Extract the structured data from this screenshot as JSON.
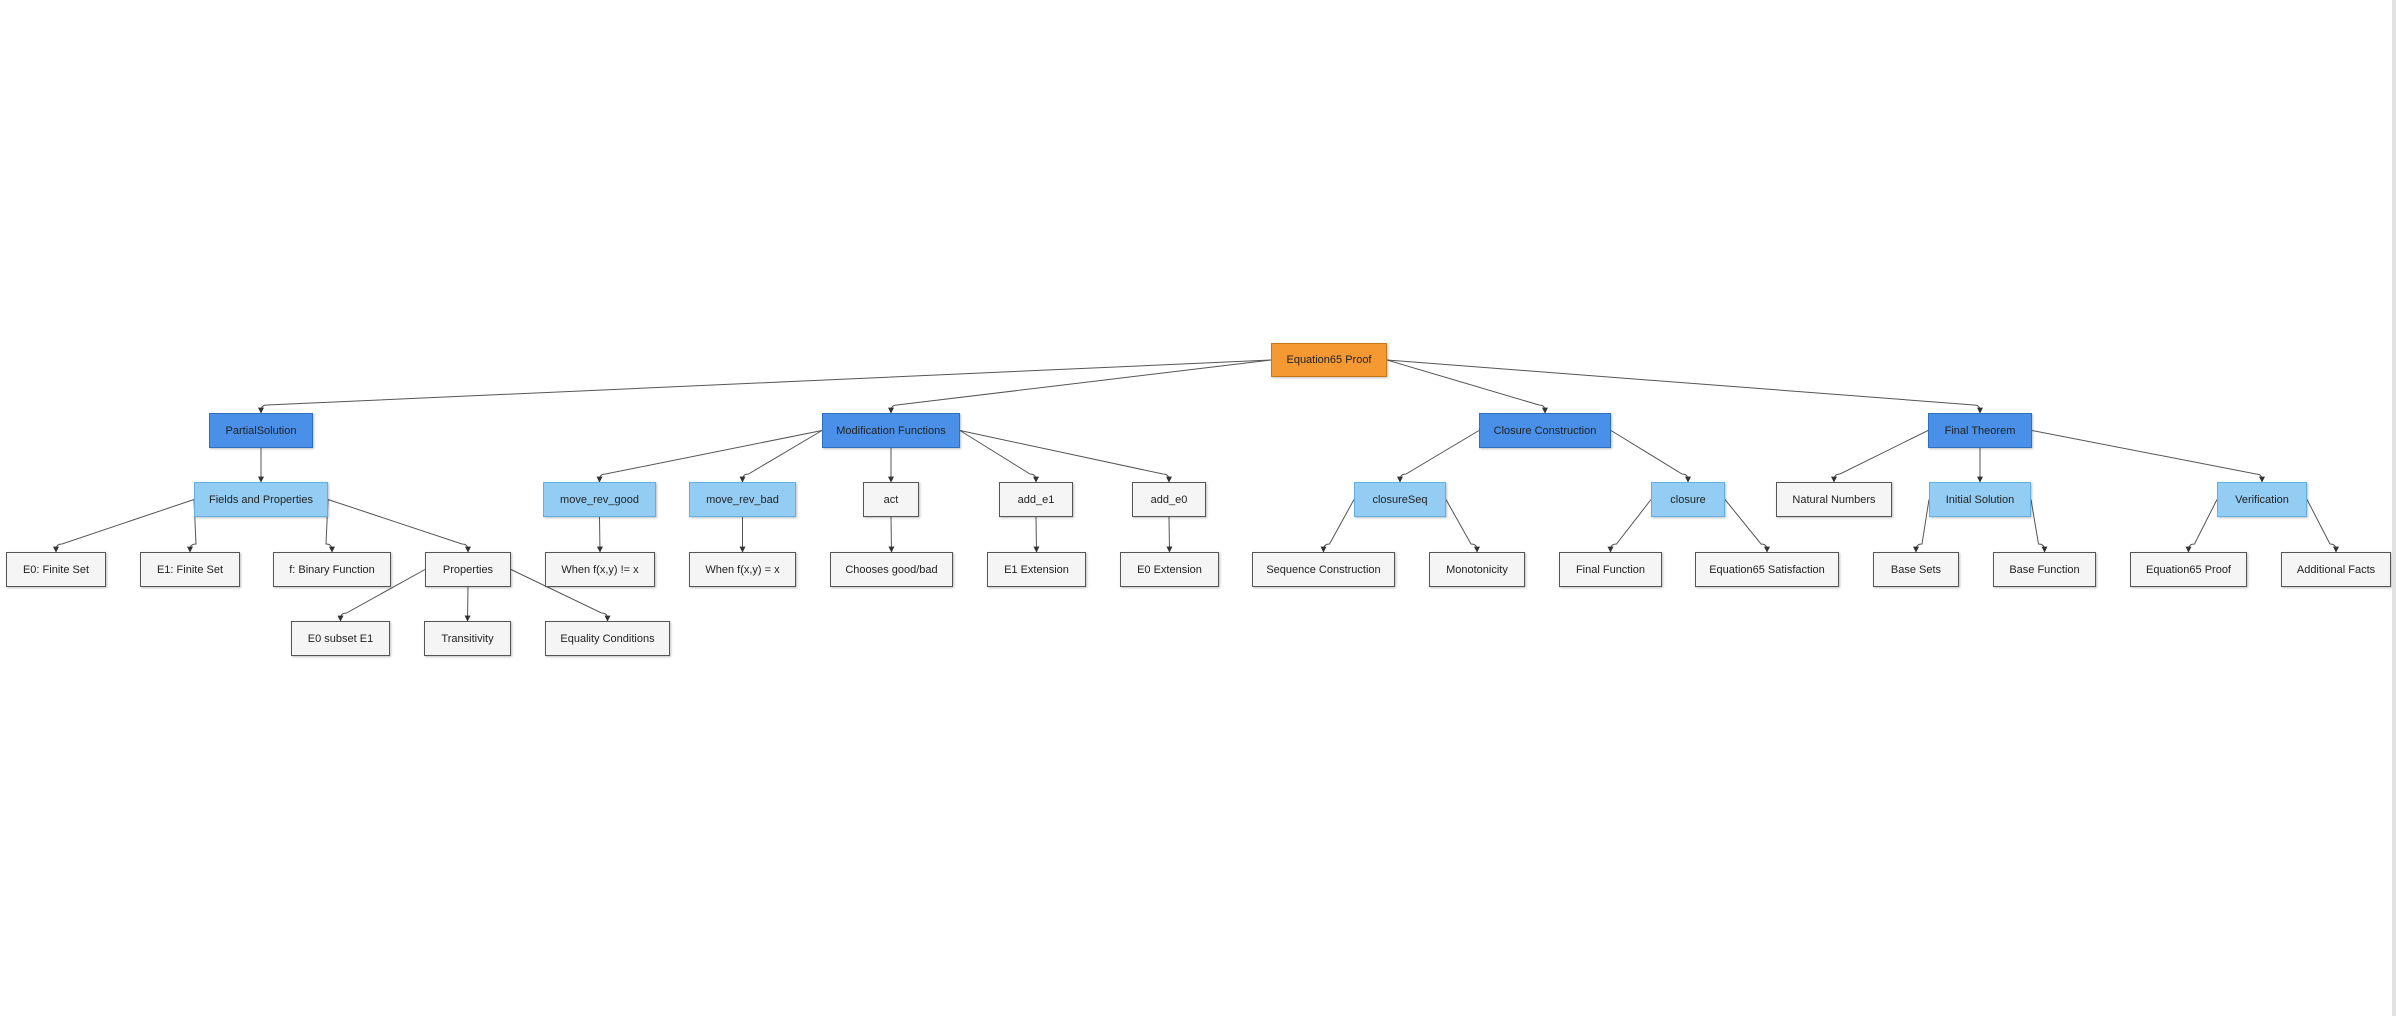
{
  "diagram": {
    "colors": {
      "root": "#f59a33",
      "group": "#4a90e8",
      "sub": "#94cdf3",
      "leaf": "#f5f5f5",
      "edge": "#555555"
    },
    "nodes": {
      "root": "Equation65 Proof",
      "partial_solution": "PartialSolution",
      "modification_functions": "Modification Functions",
      "closure_construction": "Closure Construction",
      "final_theorem": "Final Theorem",
      "fields_and_properties": "Fields and Properties",
      "e0_finite_set": "E0: Finite Set",
      "e1_finite_set": "E1: Finite Set",
      "f_binary_function": "f: Binary Function",
      "properties": "Properties",
      "e0_subset_e1": "E0 subset E1",
      "transitivity": "Transitivity",
      "equality_conditions": "Equality Conditions",
      "move_rev_good": "move_rev_good",
      "move_rev_bad": "move_rev_bad",
      "act": "act",
      "add_e1": "add_e1",
      "add_e0": "add_e0",
      "when_fxy_neq_x": "When f(x,y) != x",
      "when_fxy_eq_x": "When f(x,y) = x",
      "chooses_good_bad": "Chooses good/bad",
      "e1_extension": "E1 Extension",
      "e0_extension": "E0 Extension",
      "closure_seq": "closureSeq",
      "closure": "closure",
      "sequence_construction": "Sequence Construction",
      "monotonicity": "Monotonicity",
      "final_function": "Final Function",
      "equation65_satisfaction": "Equation65 Satisfaction",
      "natural_numbers": "Natural Numbers",
      "initial_solution": "Initial Solution",
      "verification": "Verification",
      "base_sets": "Base Sets",
      "base_function": "Base Function",
      "equation65_proof": "Equation65 Proof",
      "additional_facts": "Additional Facts"
    },
    "edges": [
      [
        "root",
        "partial_solution"
      ],
      [
        "root",
        "modification_functions"
      ],
      [
        "root",
        "closure_construction"
      ],
      [
        "root",
        "final_theorem"
      ],
      [
        "partial_solution",
        "fields_and_properties"
      ],
      [
        "fields_and_properties",
        "e0_finite_set"
      ],
      [
        "fields_and_properties",
        "e1_finite_set"
      ],
      [
        "fields_and_properties",
        "f_binary_function"
      ],
      [
        "fields_and_properties",
        "properties"
      ],
      [
        "properties",
        "e0_subset_e1"
      ],
      [
        "properties",
        "transitivity"
      ],
      [
        "properties",
        "equality_conditions"
      ],
      [
        "modification_functions",
        "move_rev_good"
      ],
      [
        "modification_functions",
        "move_rev_bad"
      ],
      [
        "modification_functions",
        "act"
      ],
      [
        "modification_functions",
        "add_e1"
      ],
      [
        "modification_functions",
        "add_e0"
      ],
      [
        "move_rev_good",
        "when_fxy_neq_x"
      ],
      [
        "move_rev_bad",
        "when_fxy_eq_x"
      ],
      [
        "act",
        "chooses_good_bad"
      ],
      [
        "add_e1",
        "e1_extension"
      ],
      [
        "add_e0",
        "e0_extension"
      ],
      [
        "closure_construction",
        "closure_seq"
      ],
      [
        "closure_construction",
        "closure"
      ],
      [
        "closure_seq",
        "sequence_construction"
      ],
      [
        "closure_seq",
        "monotonicity"
      ],
      [
        "closure",
        "final_function"
      ],
      [
        "closure",
        "equation65_satisfaction"
      ],
      [
        "final_theorem",
        "natural_numbers"
      ],
      [
        "final_theorem",
        "initial_solution"
      ],
      [
        "final_theorem",
        "verification"
      ],
      [
        "initial_solution",
        "base_sets"
      ],
      [
        "initial_solution",
        "base_function"
      ],
      [
        "verification",
        "equation65_proof"
      ],
      [
        "verification",
        "additional_facts"
      ]
    ]
  }
}
